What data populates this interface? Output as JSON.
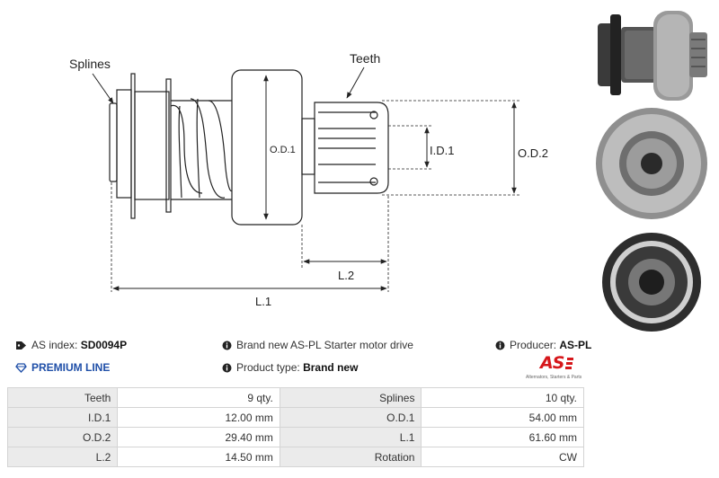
{
  "diagram": {
    "labels": {
      "splines": "Splines",
      "teeth": "Teeth",
      "od1": "O.D.1",
      "od2": "O.D.2",
      "id1": "I.D.1",
      "l2": "L.2",
      "l1": "L.1"
    }
  },
  "info": {
    "as_index_label": "AS index:",
    "as_index_value": "SD0094P",
    "premium_line": "PREMIUM LINE",
    "description": "Brand new AS-PL Starter motor drive",
    "product_type_label": "Product type:",
    "product_type_value": "Brand new",
    "producer_label": "Producer:",
    "producer_value": "AS-PL"
  },
  "brand": {
    "logo_text": "AS",
    "tagline": "Alternators, Starters & Parts",
    "accent_color": "#d6171b"
  },
  "specs": [
    {
      "label": "Teeth",
      "value": "9 qty.",
      "label2": "Splines",
      "value2": "10 qty."
    },
    {
      "label": "I.D.1",
      "value": "12.00 mm",
      "label2": "O.D.1",
      "value2": "54.00 mm"
    },
    {
      "label": "O.D.2",
      "value": "29.40 mm",
      "label2": "L.1",
      "value2": "61.60 mm"
    },
    {
      "label": "L.2",
      "value": "14.50 mm",
      "label2": "Rotation",
      "value2": "CW"
    }
  ]
}
